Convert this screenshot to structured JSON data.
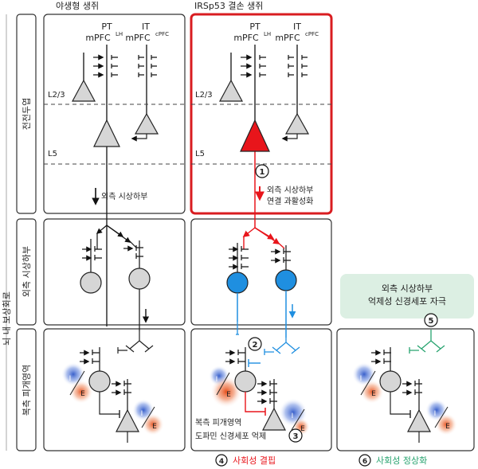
{
  "header": {
    "wild_type": "야생형 생쥐",
    "knockout": "IRSp53 결손 생쥐"
  },
  "side": {
    "circuit": "뇌 내 보상회로",
    "row1": "전전두엽",
    "row2": "외측 시상하부",
    "row3": "복측 피개영역"
  },
  "cortex": {
    "pt": "PT",
    "pt_sub": "mPFC",
    "pt_sup": "LH",
    "it": "IT",
    "it_sub": "mPFC",
    "it_sup": "cPFC",
    "l23": "L2/3",
    "l5": "L5"
  },
  "labels": {
    "lh_projection": "외측 시상하부",
    "lh_hyper_1": "외측 시상하부",
    "lh_hyper_2": "연결 과활성화",
    "vta_suppress_1": "복측 피개영역",
    "vta_suppress_2": "도파민 신경세포 억제",
    "stim_1": "외측 시상하부",
    "stim_2": "억제성 신경세포 자극",
    "deficit": "사회성 결핍",
    "normalize": "사회성 정상화",
    "inhib": "I",
    "excit": "E"
  },
  "steps": {
    "s1": "1",
    "s2": "2",
    "s3": "3",
    "s4": "4",
    "s5": "5",
    "s6": "6"
  },
  "colors": {
    "red": "#e8151b",
    "blue": "#1f8fe0",
    "green": "#27a36f",
    "neuron_gray": "#d6d6d6",
    "stim_box": "#dcefe3"
  }
}
